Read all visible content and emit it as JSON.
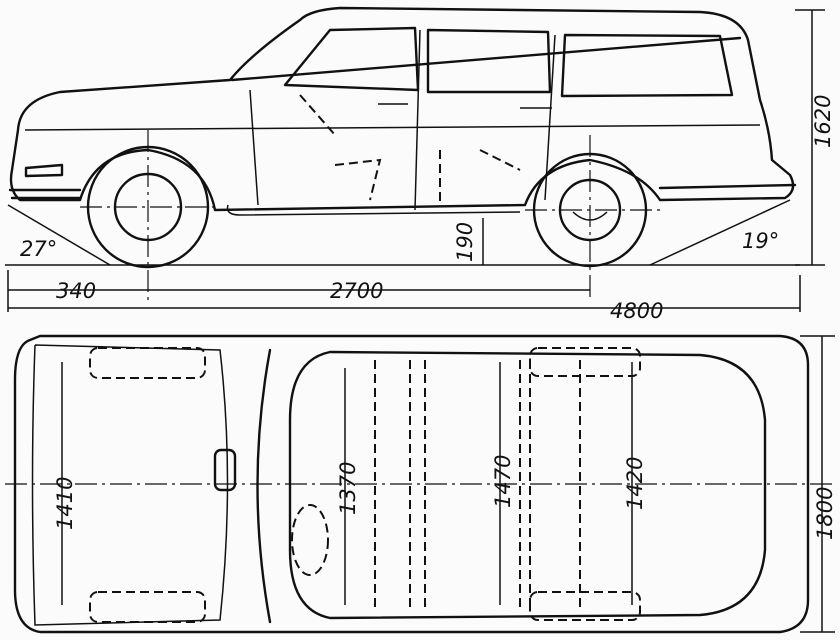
{
  "side_view": {
    "angle_front": "27°",
    "ground_clearance": "190",
    "angle_rear": "19°",
    "height": "1620",
    "front_overhang": "340",
    "wheelbase": "2700",
    "length": "4800"
  },
  "top_view": {
    "front_track": "1410",
    "interior_width_front": "1370",
    "interior_width_mid": "1470",
    "rear_track": "1420",
    "width": "1800"
  },
  "colors": {
    "ink": "#111111",
    "paper": "#fbfbfb"
  }
}
